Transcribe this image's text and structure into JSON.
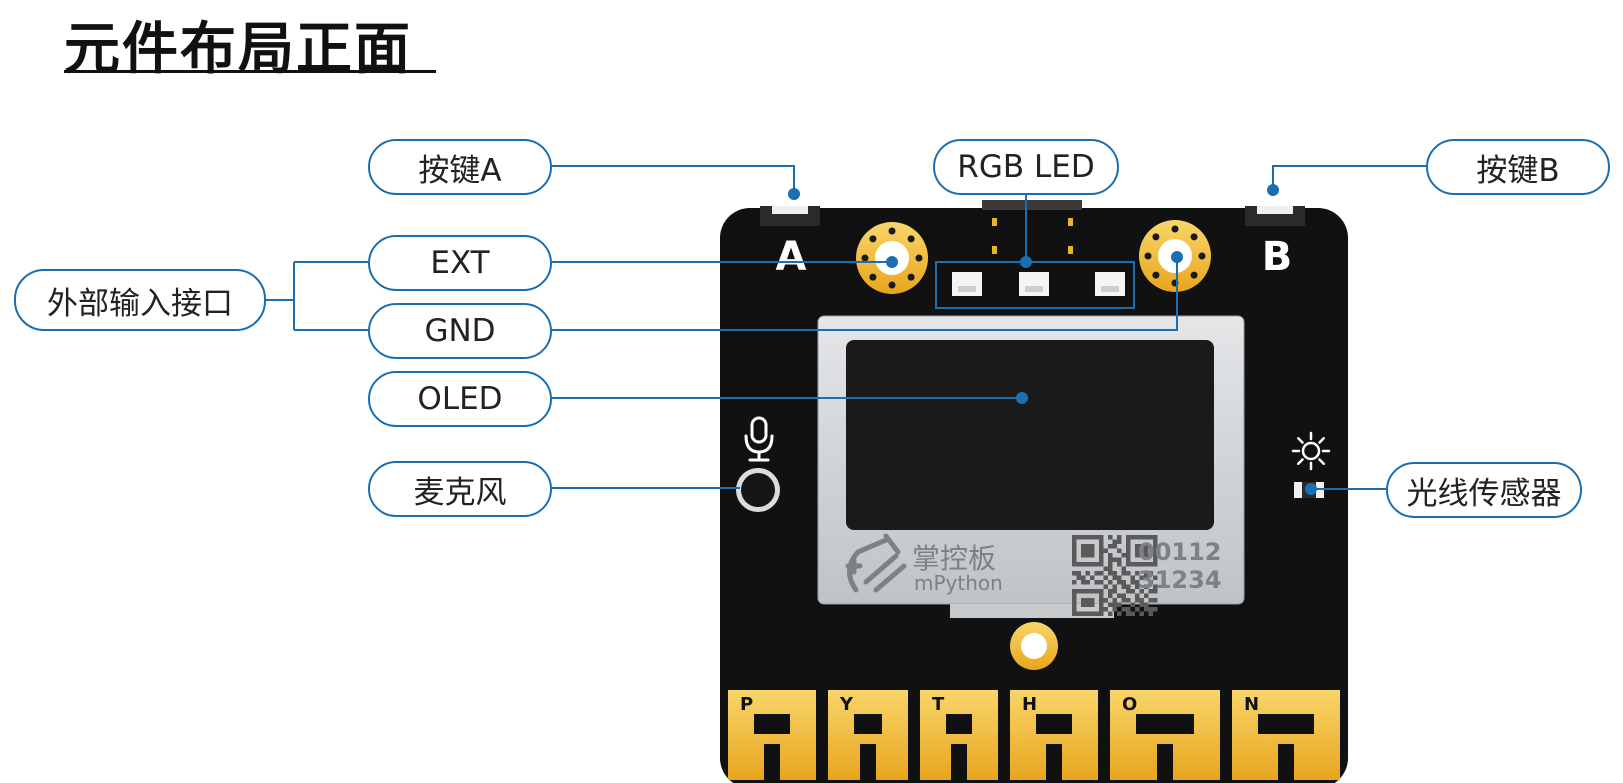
{
  "title": "元件布局正面",
  "labels": {
    "button_a": "按键A",
    "rgb_led": "RGB LED",
    "button_b": "按键B",
    "ext": "EXT",
    "external_input": "外部输入接口",
    "gnd": "GND",
    "oled": "OLED",
    "microphone": "麦克风",
    "light_sensor": "光线传感器"
  },
  "board": {
    "letter_a": "A",
    "letter_b": "B",
    "brand_cn": "掌控板",
    "brand_en": "mPython",
    "serial_line1": "00112",
    "serial_line2": "31234",
    "python_letters": [
      "P",
      "Y",
      "T",
      "H",
      "O",
      "N"
    ]
  },
  "colors": {
    "line": "#1b6fb1",
    "board": "#111111",
    "gold": "#f2c22b",
    "oled_frame": "#d3d6d9",
    "oled_screen": "#1a1a1a"
  }
}
